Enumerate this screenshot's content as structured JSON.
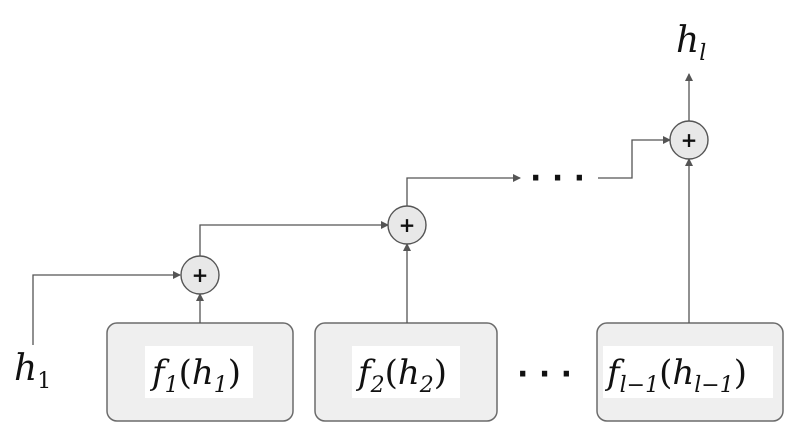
{
  "inputs": {
    "h1": {
      "base": "h",
      "sub": "1"
    }
  },
  "output": {
    "base": "h",
    "sub": "l"
  },
  "blocks": [
    {
      "f": "f",
      "f_sub": "1",
      "arg": "h",
      "arg_sub": "1"
    },
    {
      "f": "f",
      "f_sub": "2",
      "arg": "h",
      "arg_sub": "2"
    },
    {
      "f": "f",
      "f_sub": "l−1",
      "arg": "h",
      "arg_sub": "l−1"
    }
  ],
  "ellipsis": "· · ·",
  "plus_symbol": "+"
}
